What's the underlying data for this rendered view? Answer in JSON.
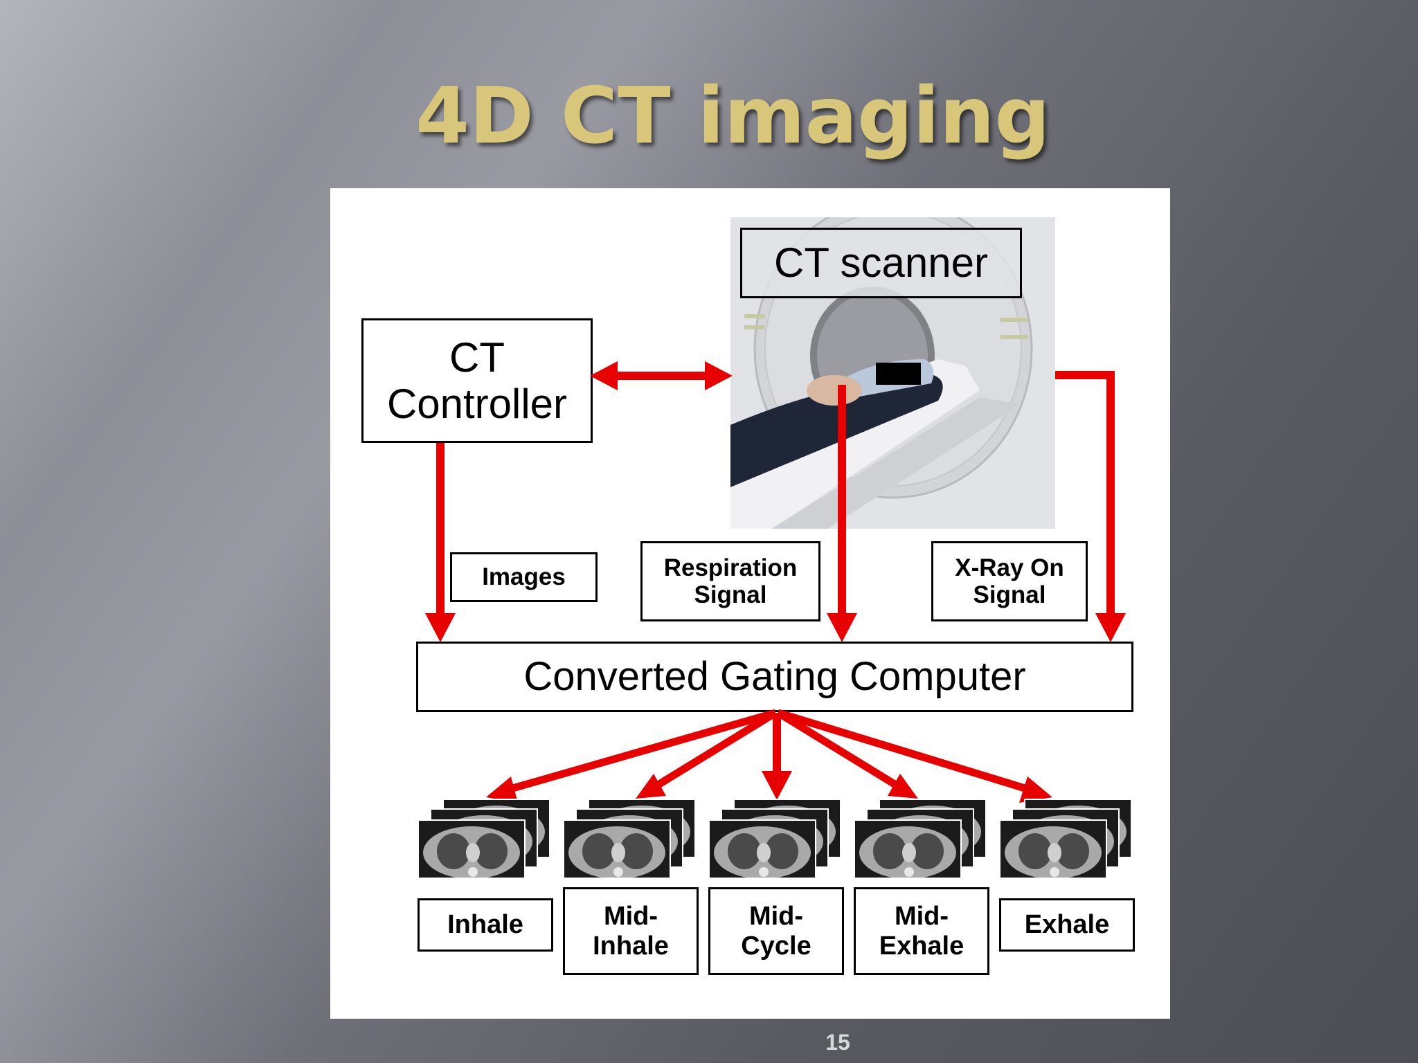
{
  "slide": {
    "title": "4D CT imaging",
    "page_number": "15"
  },
  "diagram": {
    "ct_scanner_label": "CT scanner",
    "ct_controller_line1": "CT",
    "ct_controller_line2": "Controller",
    "images_label": "Images",
    "respiration_line1": "Respiration",
    "respiration_line2": "Signal",
    "xray_line1": "X-Ray On",
    "xray_line2": "Signal",
    "gating_computer_label": "Converted Gating Computer",
    "phases": [
      {
        "line1": "Inhale",
        "line2": ""
      },
      {
        "line1": "Mid-",
        "line2": "Inhale"
      },
      {
        "line1": "Mid-",
        "line2": "Cycle"
      },
      {
        "line1": "Mid-",
        "line2": "Exhale"
      },
      {
        "line1": "Exhale",
        "line2": ""
      }
    ],
    "colors": {
      "arrow": "#e60000",
      "title": "#d8c67a",
      "box_border": "#000000"
    }
  }
}
